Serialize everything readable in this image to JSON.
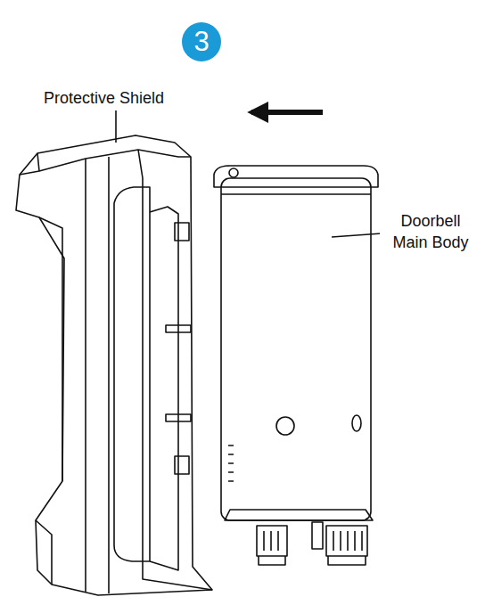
{
  "diagram": {
    "nodes": [
      {
        "text": [
          "3"
        ]
      }
    ],
    "labels": [
      "Protective Shield",
      "Doorbell Main Body"
    ]
  }
}
